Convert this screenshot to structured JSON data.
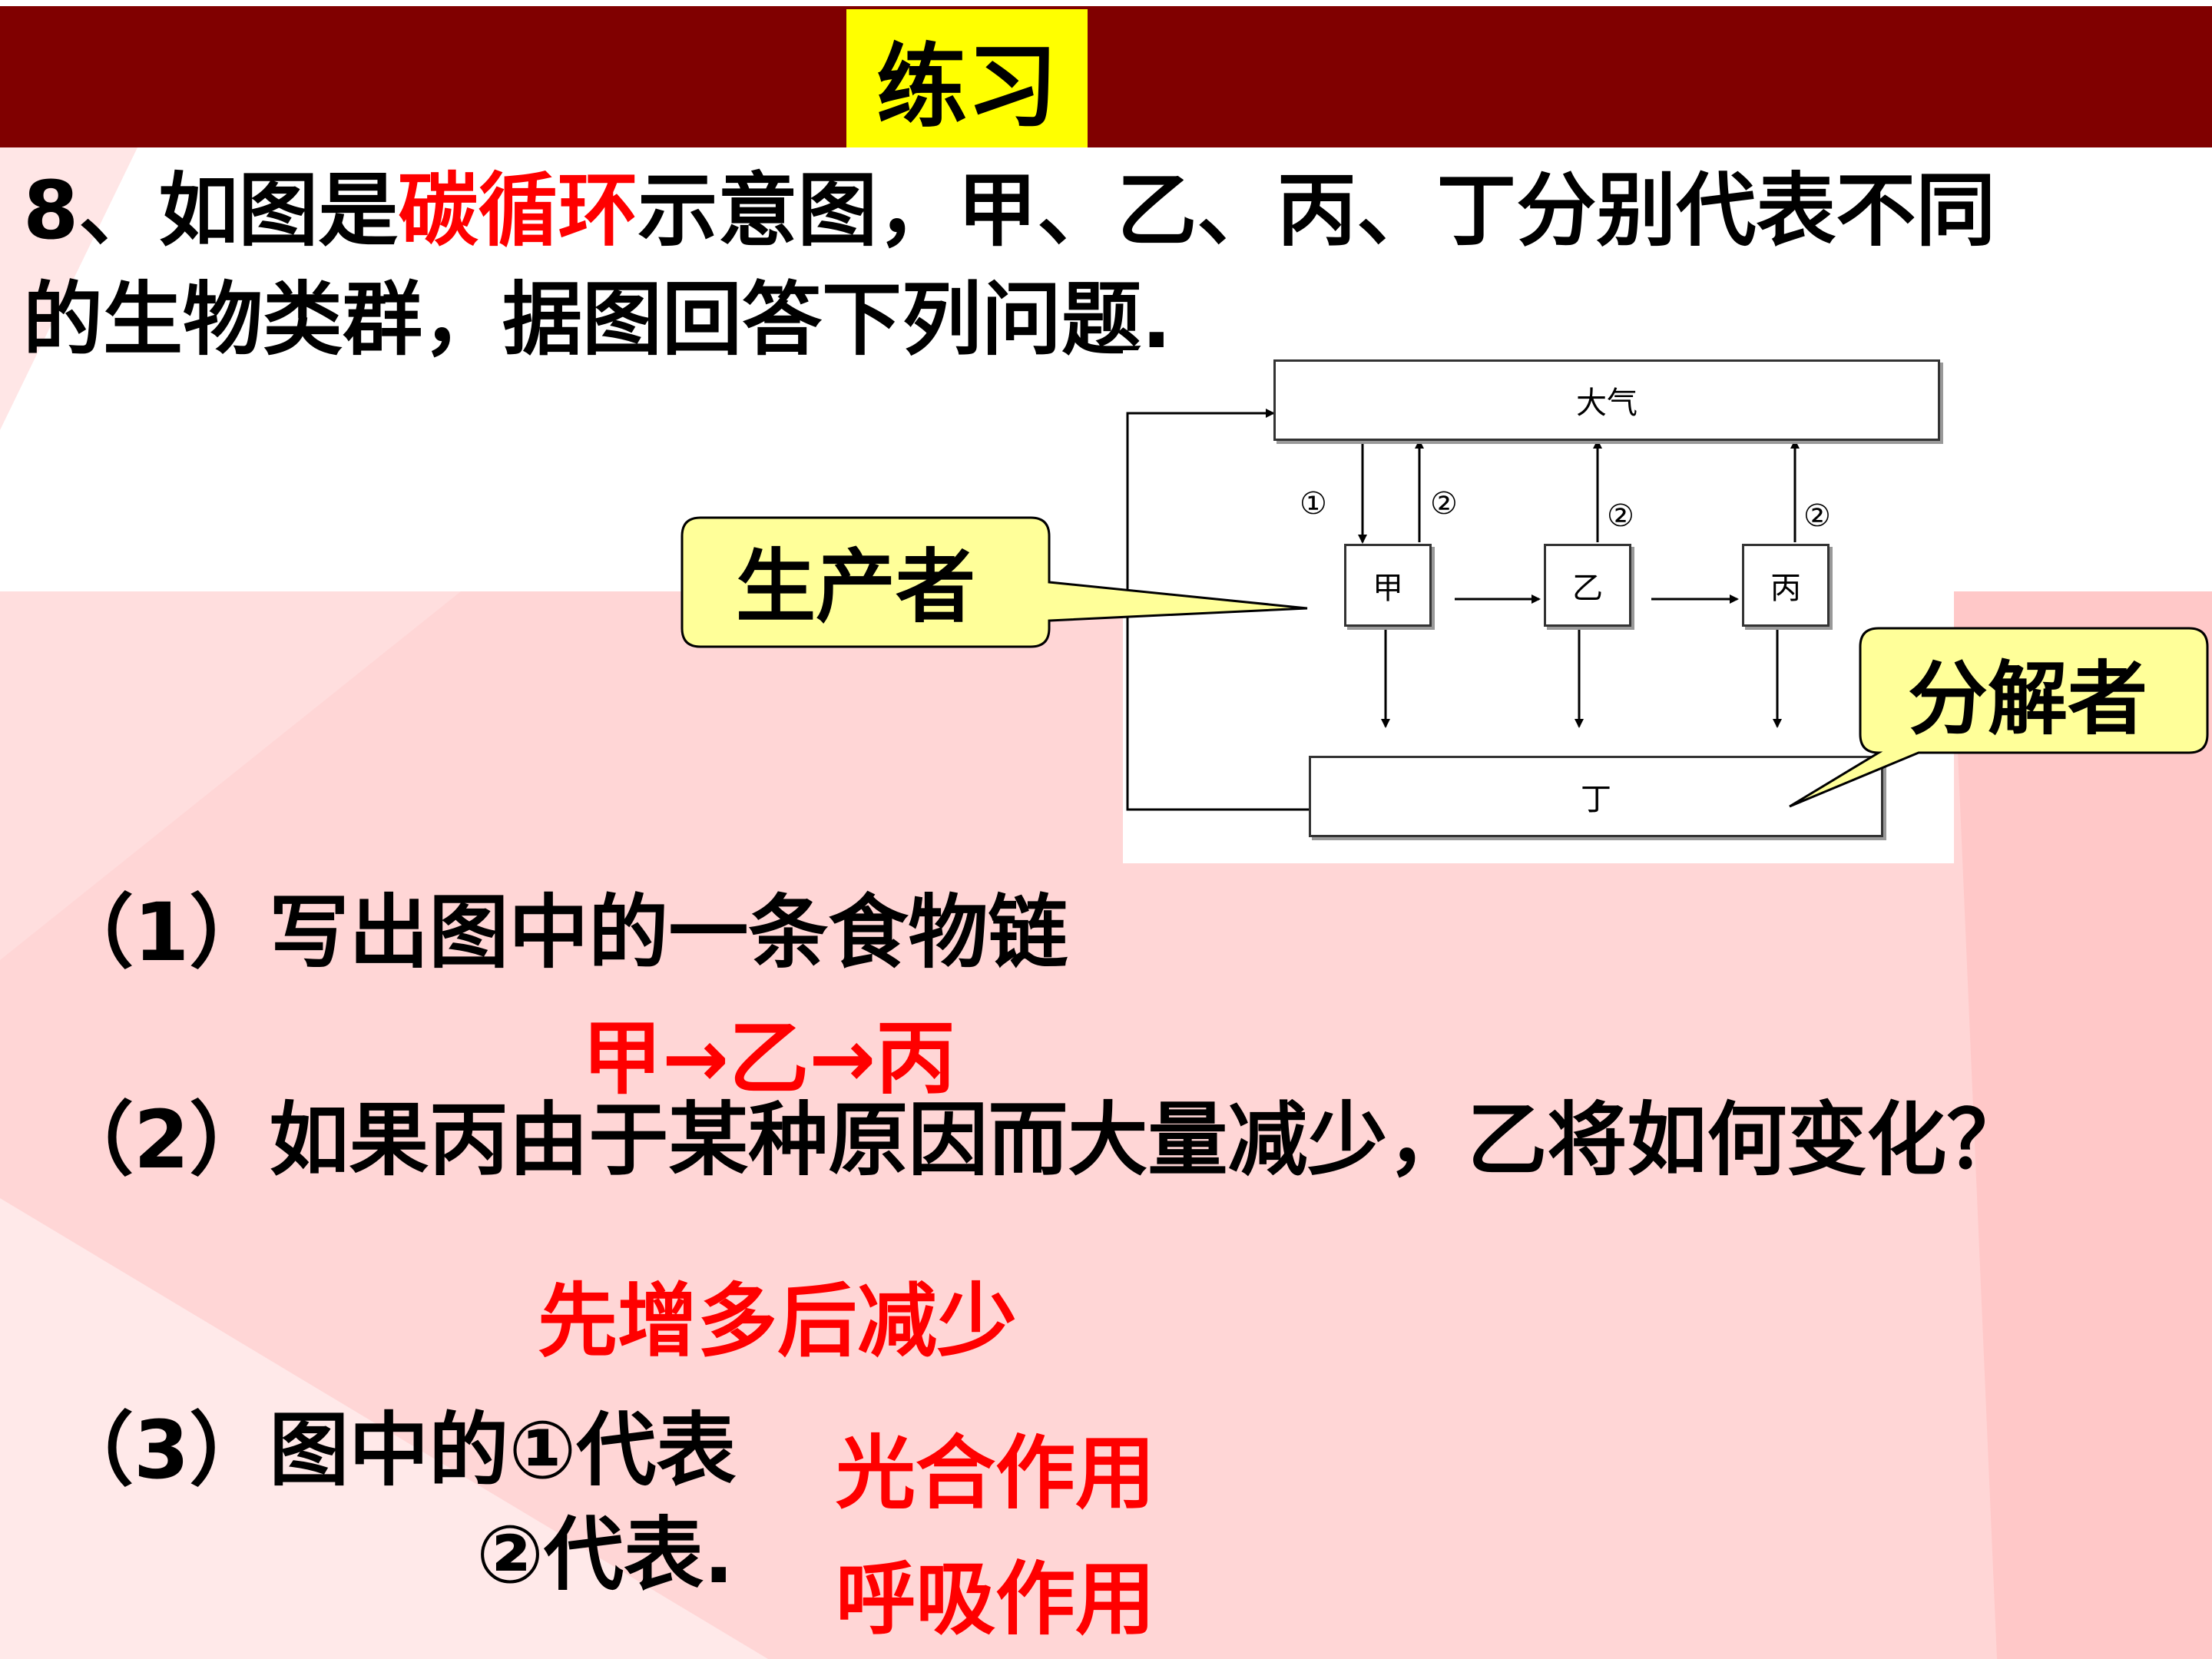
{
  "header": {
    "title": "练习"
  },
  "question": {
    "prefix": "8、如图是",
    "highlight": "碳循环",
    "suffix": "示意图，甲、乙、丙、丁分别代表不同",
    "line2": "的生物类群，据图回答下列问题."
  },
  "diagram": {
    "atmosphere": "大气",
    "jia": "甲",
    "yi": "乙",
    "bing": "丙",
    "ding": "丁",
    "mark1": "①",
    "mark2": "②"
  },
  "callouts": {
    "producer": "生产者",
    "decomposer": "分解者"
  },
  "questions": [
    {
      "label": "（1）写出图中的一条食物链",
      "answer": "甲→乙→丙"
    },
    {
      "label": "（2）如果丙由于某种原因而大量减少，乙将如何变化？",
      "answer": "先增多后减少"
    },
    {
      "label": "（3）图中的①代表",
      "label2": "②代表.",
      "answer": "光合作用",
      "answer2": "呼吸作用"
    }
  ],
  "colors": {
    "header": "#800000",
    "title_bg": "#ffff00",
    "accent": "#ff0000",
    "callout_bg": "#ffff99",
    "pink": "#ffd0d0"
  }
}
